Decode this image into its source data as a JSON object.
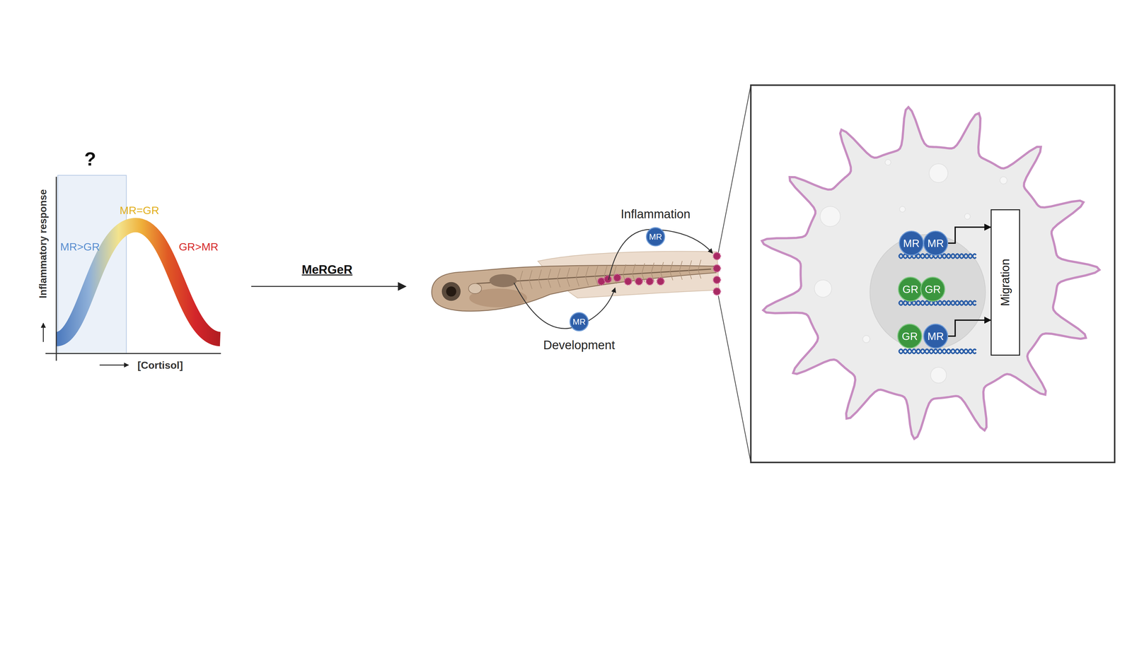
{
  "diagram": {
    "nodes": [
      {
        "text": [
          "MR"
        ]
      },
      {
        "text": [
          "MR"
        ]
      },
      {
        "text": [
          "MR"
        ]
      },
      {
        "text": [
          "MR"
        ]
      },
      {
        "text": [
          "Migration"
        ]
      },
      {
        "text": [
          "GR"
        ]
      },
      {
        "text": [
          "GR"
        ]
      },
      {
        "text": [
          "GR"
        ]
      },
      {
        "text": [
          "MR"
        ]
      }
    ],
    "edges": [
      {
        "from": 3,
        "to": 4,
        "arrow": "to"
      },
      {
        "from": 8,
        "to": 4,
        "arrow": "to"
      }
    ],
    "labels": [
      "?",
      "MR>GR",
      "MR=GR",
      "GR>MR",
      "Inflammatory response",
      "[Cortisol]",
      "MeRGeR",
      "Inflammation",
      "Development"
    ]
  }
}
